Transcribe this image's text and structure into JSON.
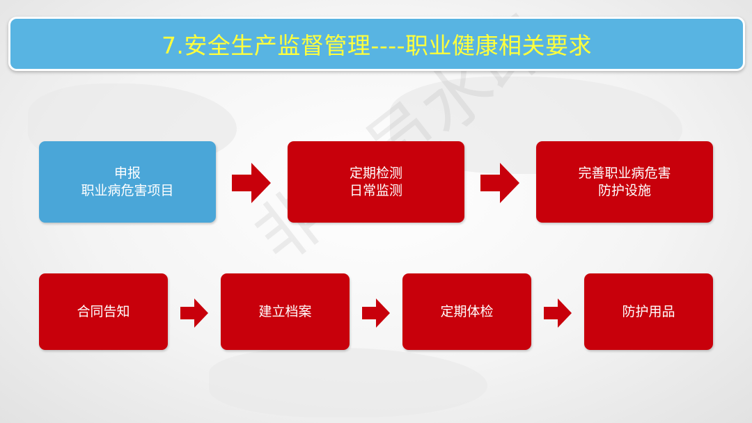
{
  "title": "7.安全生产监督管理----职业健康相关要求",
  "row1": [
    {
      "lines": [
        "申报",
        "职业病危害项目"
      ],
      "color": "#4aa6d8"
    },
    {
      "lines": [
        "定期检测",
        "日常监测"
      ],
      "color": "#c8000b"
    },
    {
      "lines": [
        "完善职业病危害",
        "防护设施"
      ],
      "color": "#c8000b"
    }
  ],
  "row2": [
    {
      "label": "合同告知"
    },
    {
      "label": "建立档案"
    },
    {
      "label": "定期体检"
    },
    {
      "label": "防护用品"
    }
  ],
  "watermark": "非会员水印",
  "colors": {
    "title_bg": "#58b4e2",
    "title_text": "#ffff3c",
    "red": "#c8000b",
    "blue": "#4aa6d8"
  }
}
